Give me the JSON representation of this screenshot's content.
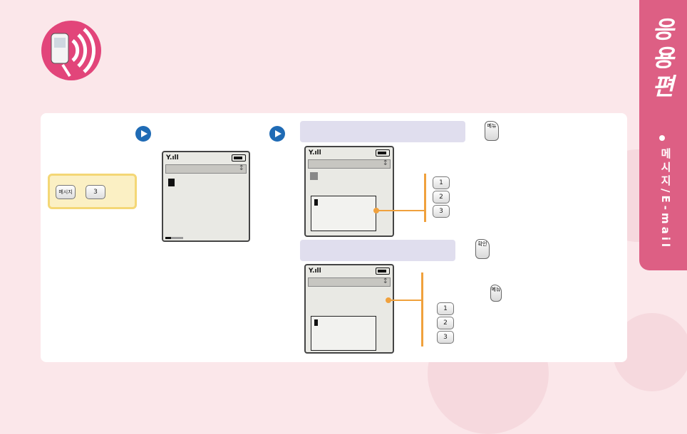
{
  "sidebar": {
    "title_lines": [
      "응",
      "용",
      "편"
    ],
    "subtitle": "메시지/E-mail"
  },
  "keybox": {
    "menu_key": "메시지",
    "number_key": "3"
  },
  "sections": {
    "top_label": "",
    "bottom_label": ""
  },
  "right_keys_top": [
    "1",
    "2",
    "3"
  ],
  "right_keys_bottom": [
    "1",
    "2",
    "3"
  ],
  "softkeys": {
    "menu": "메뉴",
    "ok": "확인",
    "small": "메뉴"
  },
  "colors": {
    "accent": "#dd5f84",
    "arrow": "#1f6bb5",
    "connector": "#f0a13d"
  }
}
